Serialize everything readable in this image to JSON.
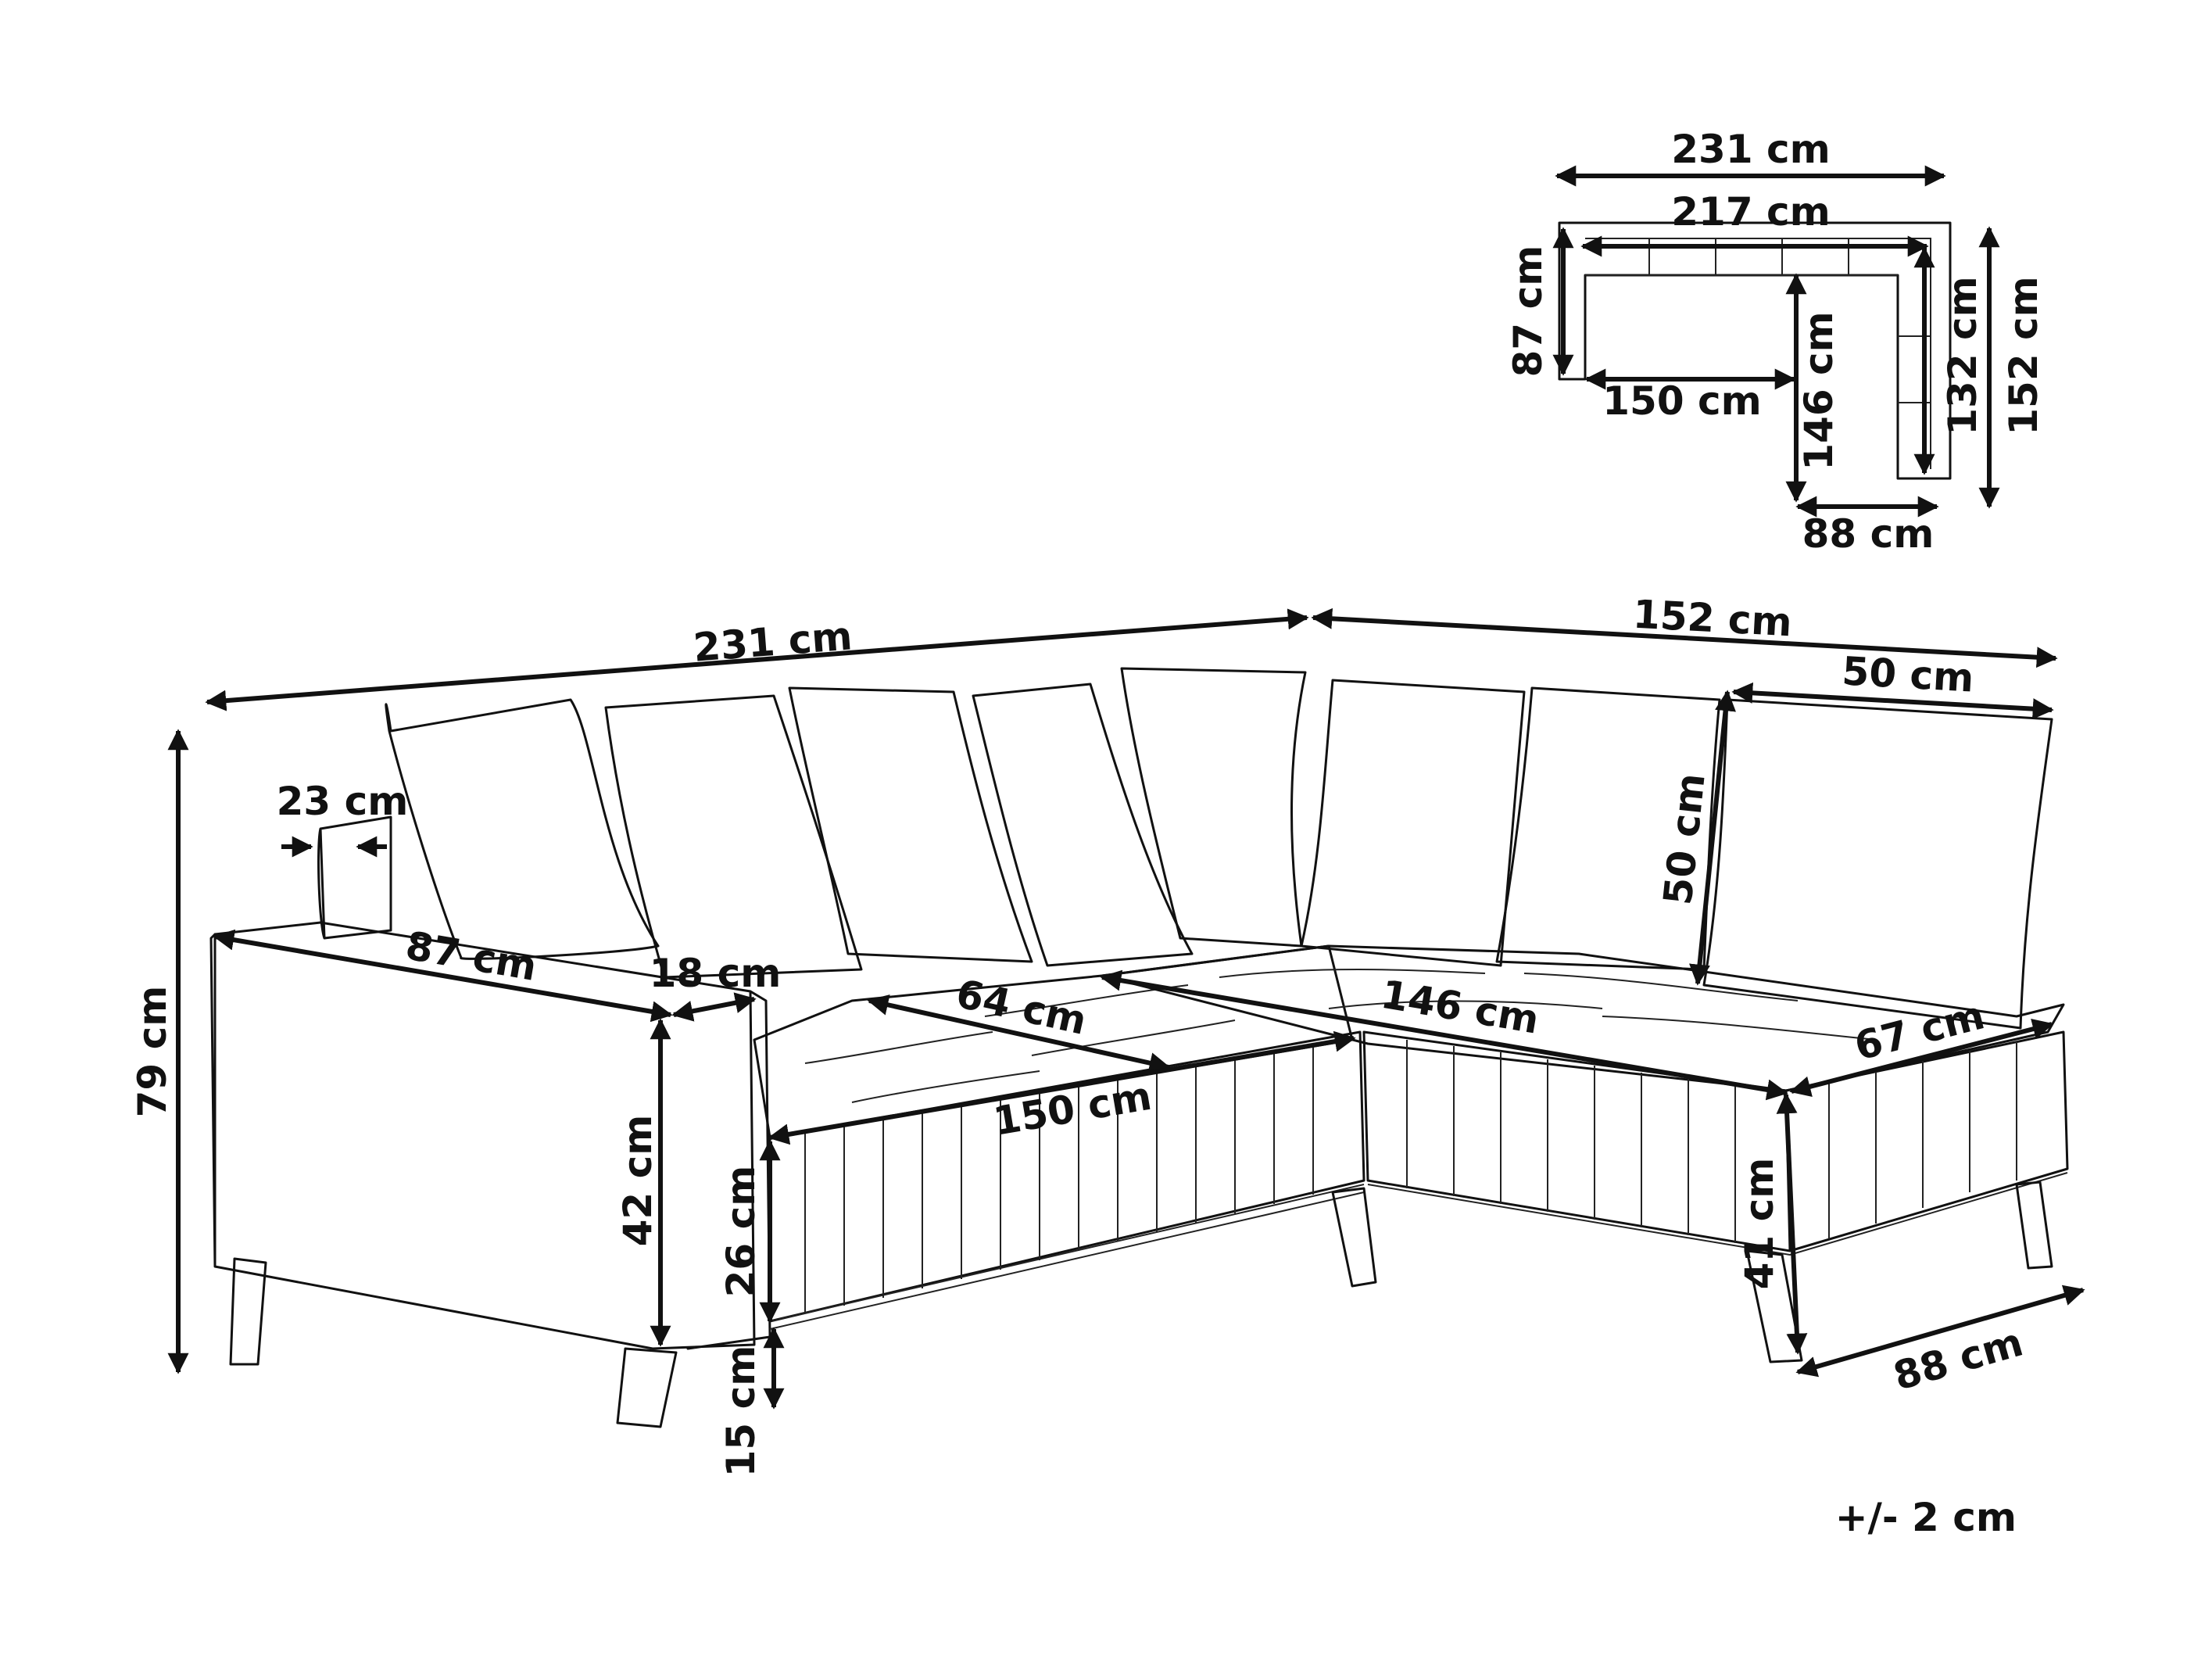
{
  "colors": {
    "ink": "#111111",
    "background": "#ffffff"
  },
  "plan": {
    "overall_width": "231 cm",
    "inner_width": "217 cm",
    "left_depth": "87 cm",
    "seat_length": "150 cm",
    "chaise_inner_length": "146 cm",
    "chaise_length": "132 cm",
    "overall_depth": "152 cm",
    "chaise_width": "88 cm"
  },
  "perspective": {
    "overall_width": "231 cm",
    "chaise_depth": "152 cm",
    "pillow_width": "50 cm",
    "pillow_height": "50 cm",
    "arm_thickness": "23 cm",
    "arm_length": "87 cm",
    "arm_width": "18 cm",
    "seat_depth": "64 cm",
    "seat_length": "150 cm",
    "chaise_length": "146 cm",
    "chaise_seat_width": "67 cm",
    "total_height": "79 cm",
    "arm_height": "42 cm",
    "base_height": "26 cm",
    "leg_height": "15 cm",
    "chaise_height": "41 cm",
    "chaise_width": "88 cm"
  },
  "tolerance": "+/- 2 cm"
}
